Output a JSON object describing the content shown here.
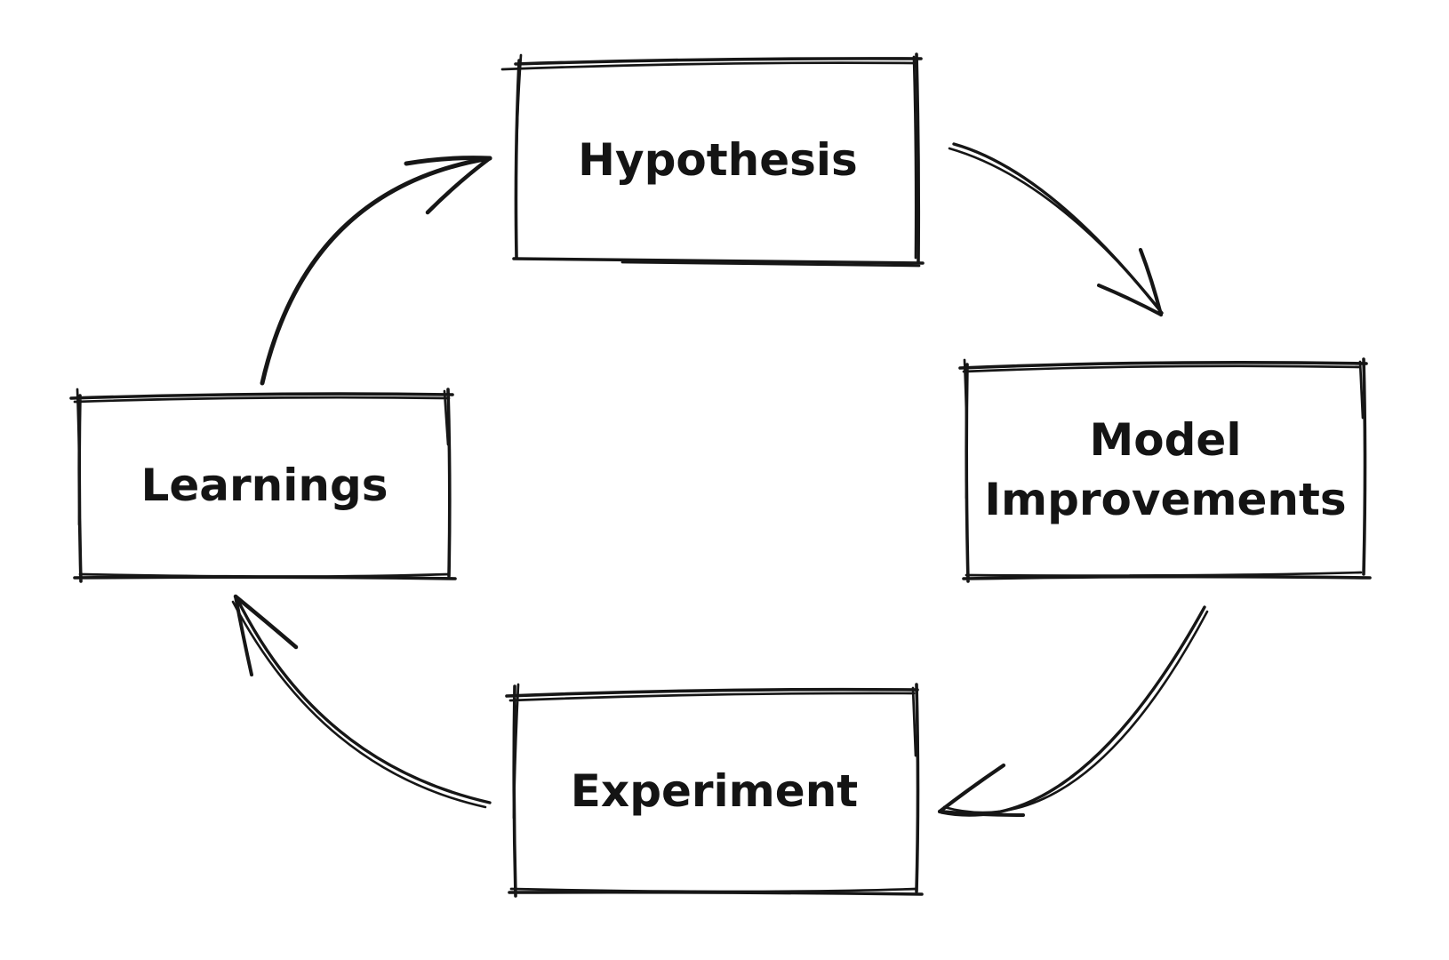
{
  "diagram": {
    "background_color": "#ffffff",
    "stroke_color": "#161616",
    "nodes": {
      "hypothesis": {
        "label": "Hypothesis"
      },
      "model_improvements": {
        "label": "Model Improvements",
        "line1": "Model",
        "line2": "Improvements"
      },
      "experiment": {
        "label": "Experiment"
      },
      "learnings": {
        "label": "Learnings"
      }
    },
    "edges": [
      {
        "name": "arrow-learnings-to-hypothesis",
        "from": "learnings",
        "to": "hypothesis"
      },
      {
        "name": "arrow-hypothesis-to-model-improvements",
        "from": "hypothesis",
        "to": "model_improvements"
      },
      {
        "name": "arrow-model-improvements-to-experiment",
        "from": "model_improvements",
        "to": "experiment"
      },
      {
        "name": "arrow-experiment-to-learnings",
        "from": "experiment",
        "to": "learnings"
      }
    ]
  }
}
